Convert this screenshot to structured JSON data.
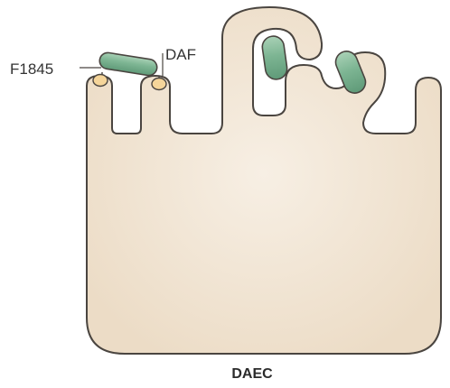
{
  "labels": {
    "adhesin": "F1845",
    "receptor": "DAF",
    "cell": "DAEC"
  },
  "colors": {
    "cell_fill": "#efe0cc",
    "cell_highlight": "#f6ece0",
    "cell_stroke": "#4a4540",
    "bacterium_fill": "#6fa886",
    "bacterium_highlight": "#a9d1b6",
    "receptor_fill": "#f5d59a",
    "label_text": "#333333"
  }
}
